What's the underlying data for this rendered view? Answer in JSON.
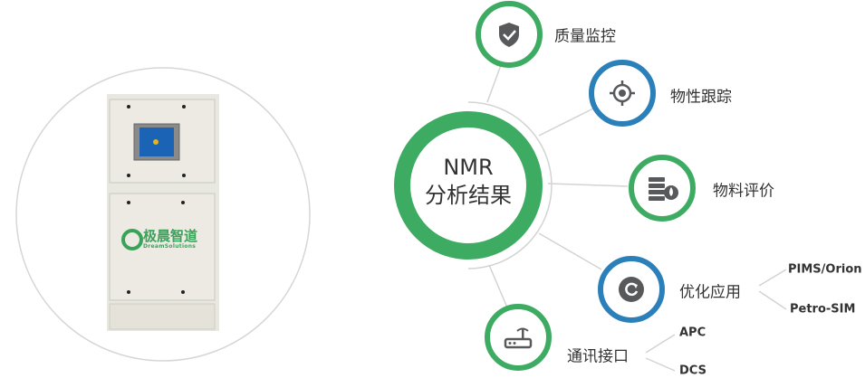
{
  "center": {
    "line1": "NMR",
    "line2": "分析结果"
  },
  "device": {
    "brand_cn": "极晨智道",
    "brand_en": "DreamSolutions"
  },
  "nodes": [
    {
      "label": "质量监控",
      "icon": "shield-check-icon",
      "color": "#3dab62"
    },
    {
      "label": "物性跟踪",
      "icon": "target-icon",
      "color": "#2b80b9"
    },
    {
      "label": "物料评价",
      "icon": "database-drop-icon",
      "color": "#3dab62"
    },
    {
      "label": "优化应用",
      "icon": "refresh-icon",
      "color": "#2b80b9",
      "children": [
        "PIMS/Orion",
        "Petro-SIM"
      ]
    },
    {
      "label": "通讯接口",
      "icon": "router-icon",
      "color": "#3dab62",
      "children": [
        "APC",
        "DCS"
      ]
    }
  ],
  "colors": {
    "green": "#3dab62",
    "blue": "#2b80b9",
    "icon": "#58595b",
    "line": "#d0d0d0"
  }
}
